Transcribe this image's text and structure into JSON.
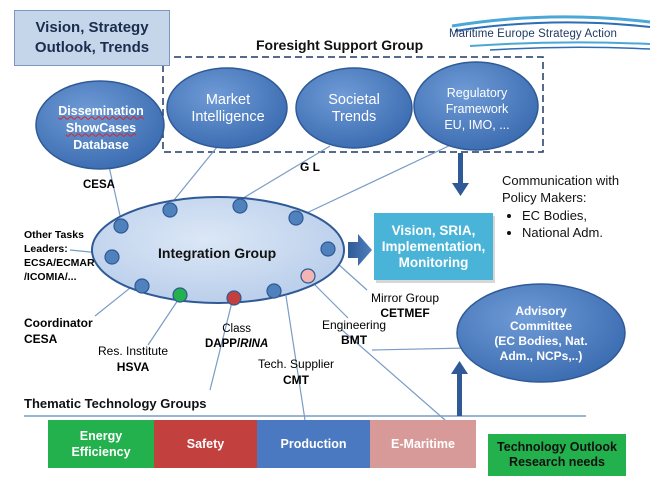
{
  "vision_box": {
    "line1": "Vision, Strategy",
    "line2": "Outlook, Trends"
  },
  "logo": {
    "text": "Maritime Europe Strategy Action"
  },
  "foresight": {
    "title": "Foresight Support Group",
    "market": {
      "line1": "Market",
      "line2": "Intelligence"
    },
    "societal": {
      "line1": "Societal",
      "line2": "Trends"
    },
    "regulatory": {
      "line1": "Regulatory",
      "line2": "Framework",
      "line3": "EU, IMO, ..."
    }
  },
  "dissemination": {
    "line1": "Dissemination",
    "line2": "ShowCases",
    "line3": "Database"
  },
  "gl_label": "G L",
  "cesa_top": "CESA",
  "other_tasks": {
    "line1": "Other Tasks",
    "line2": "Leaders:",
    "line3": "ECSA/ECMAR",
    "line4": "/ICOMIA/..."
  },
  "integration_group": "Integration Group",
  "vision_sria": {
    "line1": "Vision, SRIA,",
    "line2": "Implementation,",
    "line3": "Monitoring"
  },
  "communication": {
    "title_line1": "Communication with",
    "title_line2": "Policy Makers:",
    "items": [
      "EC Bodies,",
      "National Adm."
    ]
  },
  "mirror_group": {
    "line1": "Mirror Group",
    "line2": "CETMEF"
  },
  "engineering": {
    "line1": "Engineering",
    "line2": "BMT"
  },
  "coordinator": {
    "line1": "Coordinator",
    "line2": "CESA"
  },
  "class_label": {
    "line1": "Class",
    "line2_bold": "DAPP/",
    "line2_italic": "RINA"
  },
  "res_institute": {
    "line1": "Res. Institute",
    "line2": "HSVA"
  },
  "tech_supplier": {
    "line1": "Tech. Supplier",
    "line2": "CMT"
  },
  "advisory": {
    "line1": "Advisory",
    "line2": "Committee",
    "line3": "(EC Bodies, Nat.",
    "line4": "Adm., NCPs,..)"
  },
  "thematic_title": "Thematic Technology Groups",
  "thematic_bars": {
    "energy": {
      "line1": "Energy",
      "line2": "Efficiency"
    },
    "safety": "Safety",
    "production": "Production",
    "emaritime": "E-Maritime"
  },
  "tech_outlook": {
    "line1": "Technology Outlook",
    "line2": "Research needs"
  },
  "colors": {
    "circle_blue": "#4f81bd",
    "ellipse_fill": "#c6d9f1",
    "vision_box": "#4ab4d8",
    "energy": "#22b14c",
    "safety": "#c2403d",
    "production": "#4a79c2",
    "emaritime": "#d89a98",
    "node_green": "#22b14c",
    "node_red": "#c2403d",
    "node_pink": "#f2b5b3"
  }
}
